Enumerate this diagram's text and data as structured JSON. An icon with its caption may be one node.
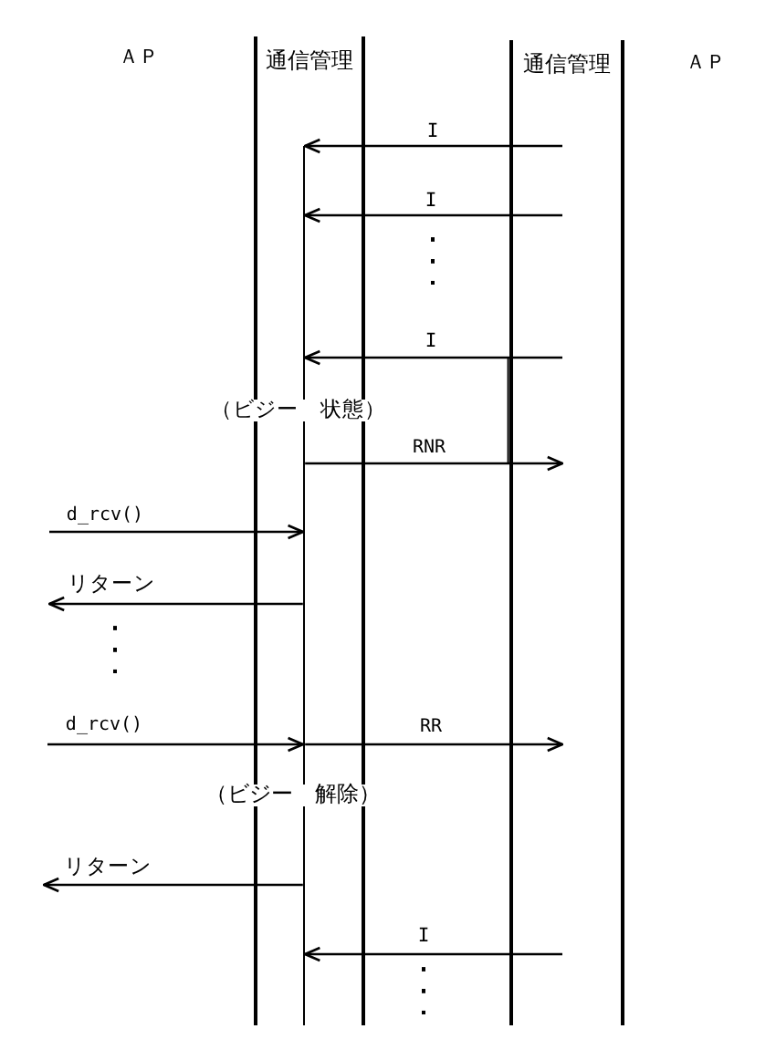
{
  "diagram": {
    "nodes": [
      {
        "text": [
          "ＡＰ"
        ]
      },
      {
        "text": [
          "通信管理"
        ]
      },
      {
        "text": [],
        "shape": "bar",
        "in": 1
      },
      {
        "text": [
          "通信管理"
        ]
      },
      {
        "text": [
          "ＡＰ"
        ]
      }
    ],
    "edges": [
      {
        "from": 3,
        "to": 2,
        "arrow": "to",
        "label": "I"
      },
      {
        "from": 3,
        "to": 2,
        "arrow": "to",
        "label": "I"
      },
      {
        "from": 3,
        "to": 2,
        "arrow": "to",
        "label": "I"
      },
      {
        "from": 2,
        "to": 3,
        "arrow": "to",
        "label": "RNR"
      },
      {
        "from": null,
        "to": 2,
        "arrow": "to",
        "label": "d_rcv()"
      },
      {
        "from": 2,
        "to": null,
        "arrow": "to",
        "label": "リターン"
      },
      {
        "from": null,
        "to": 2,
        "arrow": "to",
        "label": "d_rcv()"
      },
      {
        "from": 2,
        "to": 3,
        "arrow": "to",
        "label": "RR"
      },
      {
        "from": 2,
        "to": null,
        "arrow": "to",
        "label": "リターン"
      },
      {
        "from": 3,
        "to": 2,
        "arrow": "to",
        "label": "I"
      }
    ],
    "labels": [
      "（ビジー　状態）",
      "（ビジー　解除）"
    ]
  }
}
